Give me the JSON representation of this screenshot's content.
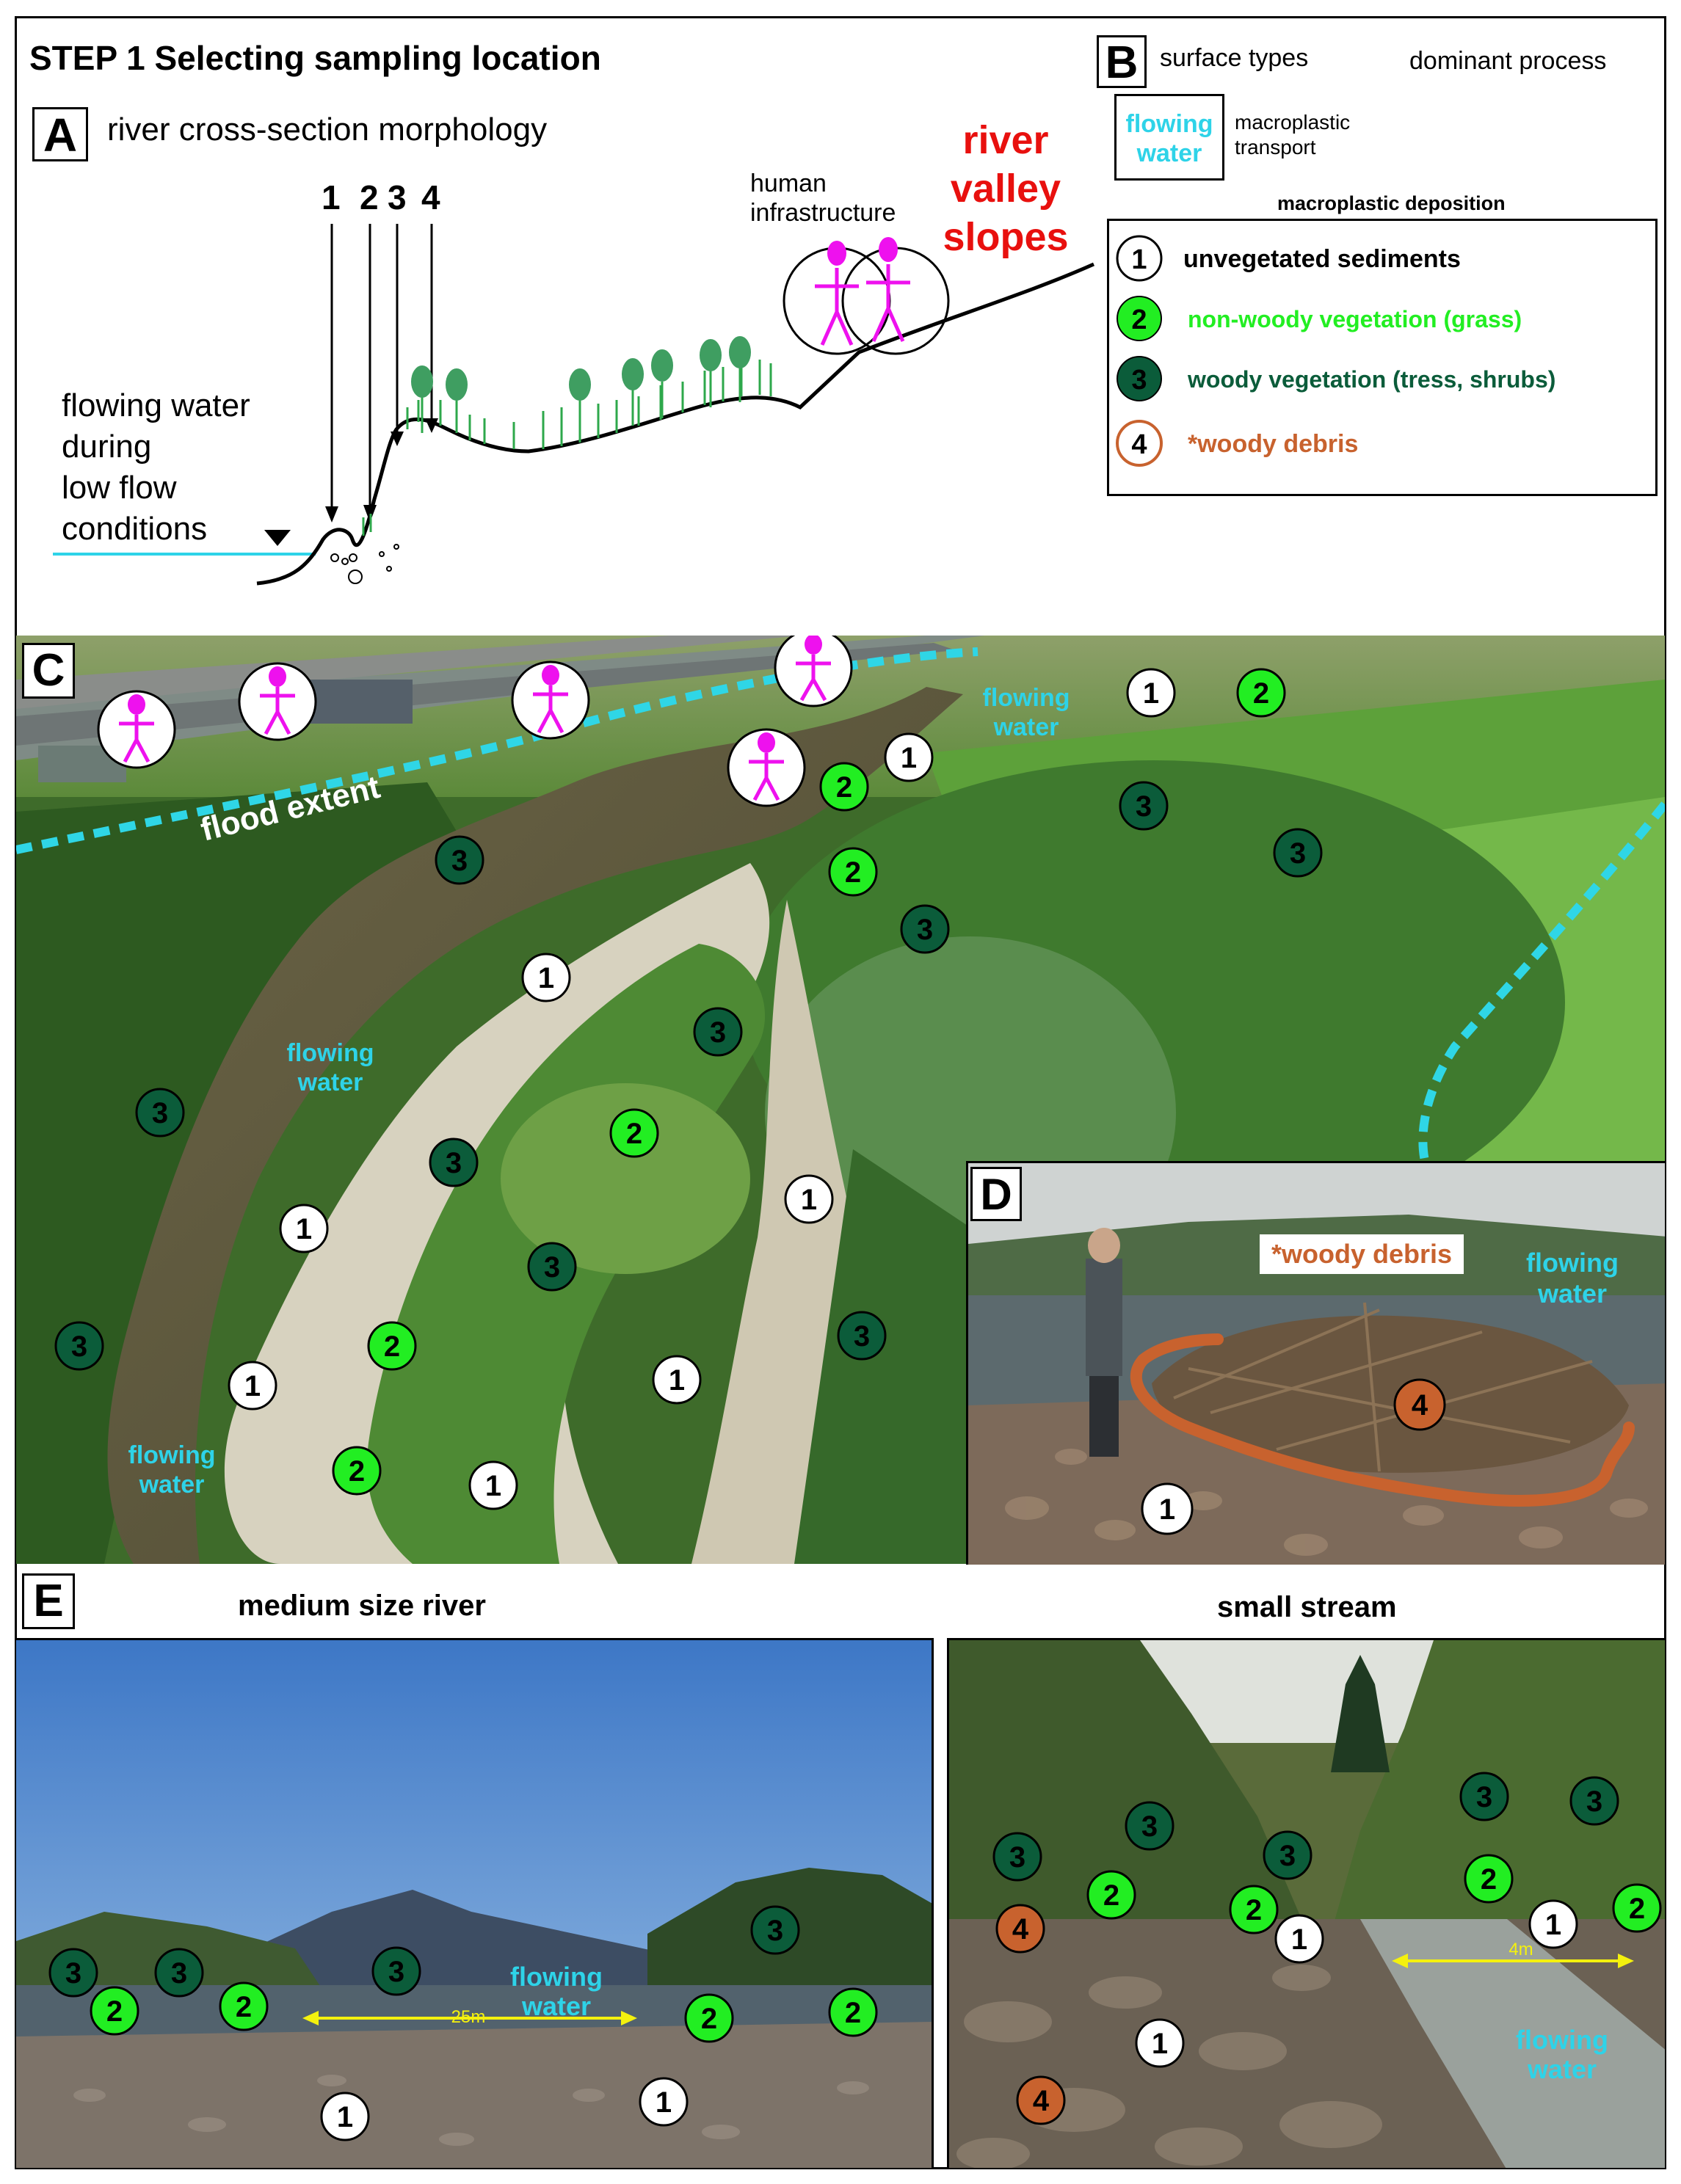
{
  "title": "STEP 1 Selecting sampling location",
  "panelA": {
    "letter": "A",
    "heading": "river cross-section morphology",
    "positions": [
      "1",
      "2",
      "3",
      "4"
    ],
    "water_label": [
      "flowing water",
      "during",
      "low flow",
      "conditions"
    ],
    "human_label": [
      "human",
      "infrastructure"
    ],
    "slopes_label": [
      "river",
      "valley",
      "slopes"
    ]
  },
  "panelB": {
    "letter": "B",
    "col1": "surface types",
    "col2": "dominant process",
    "flowing_box": [
      "flowing",
      "water"
    ],
    "transport": [
      "macroplastic",
      "transport"
    ],
    "deposition_title": "macroplastic deposition",
    "items": [
      {
        "num": "1",
        "label": "unvegetated sediments"
      },
      {
        "num": "2",
        "label": "non-woody vegetation (grass)"
      },
      {
        "num": "3",
        "label": "woody vegetation (tress, shrubs)"
      },
      {
        "num": "4",
        "label": "*woody debris"
      }
    ]
  },
  "panelC": {
    "letter": "C",
    "flood_label": "flood extent",
    "water_label": [
      "flowing",
      "water"
    ]
  },
  "panelD": {
    "letter": "D",
    "debris_label": "*woody debris",
    "water_label": [
      "flowing",
      "water"
    ]
  },
  "panelE": {
    "letter": "E",
    "left_title": "medium size river",
    "right_title": "small stream",
    "left_width": "25m",
    "right_width": "4m",
    "water_label": [
      "flowing",
      "water"
    ]
  },
  "colors": {
    "water_label": "#2ed3e8",
    "slopes_red": "#e8100e",
    "grass_green": "#22ee22",
    "woody_green": "#0b5c3a",
    "debris_orange": "#c8622e",
    "human_magenta": "#ee11ee",
    "flood_dash": "#2fd6e6"
  }
}
